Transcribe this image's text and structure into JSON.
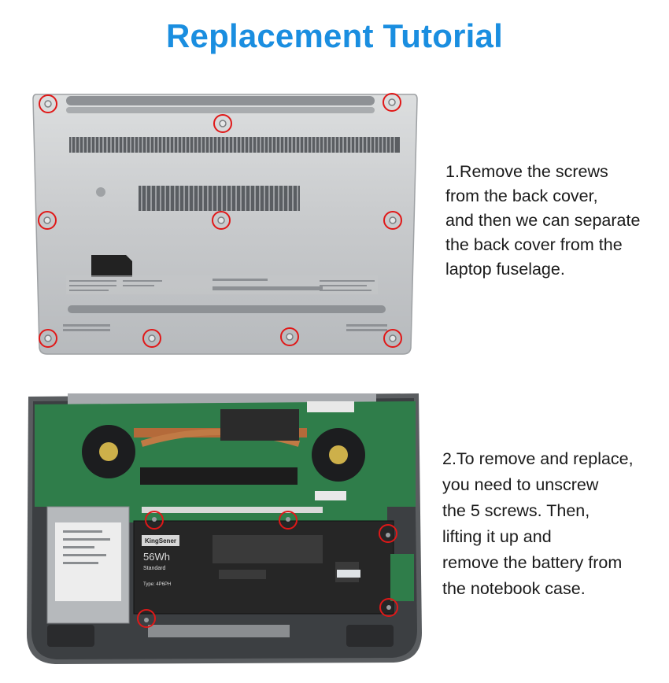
{
  "title": "Replacement Tutorial",
  "steps": [
    {
      "lines": [
        "1.Remove the screws",
        "from the back cover,",
        "and then we can separate",
        "the back cover from the",
        "laptop fuselage."
      ]
    },
    {
      "lines": [
        "2.To remove and replace,",
        "you need to unscrew",
        "the 5 screws. Then,",
        "lifting it up and",
        "remove the battery from",
        "the notebook case."
      ]
    }
  ],
  "battery_label": {
    "brand": "KingSener",
    "capacity": "56Wh",
    "grade": "Standard",
    "type": "Type: 4P6PH"
  },
  "colors": {
    "title": "#1a8ee0",
    "highlight_circle": "#e01818",
    "laptop_shell": "#c9cbcd",
    "motherboard": "#2f7d4a",
    "battery": "#262626"
  }
}
